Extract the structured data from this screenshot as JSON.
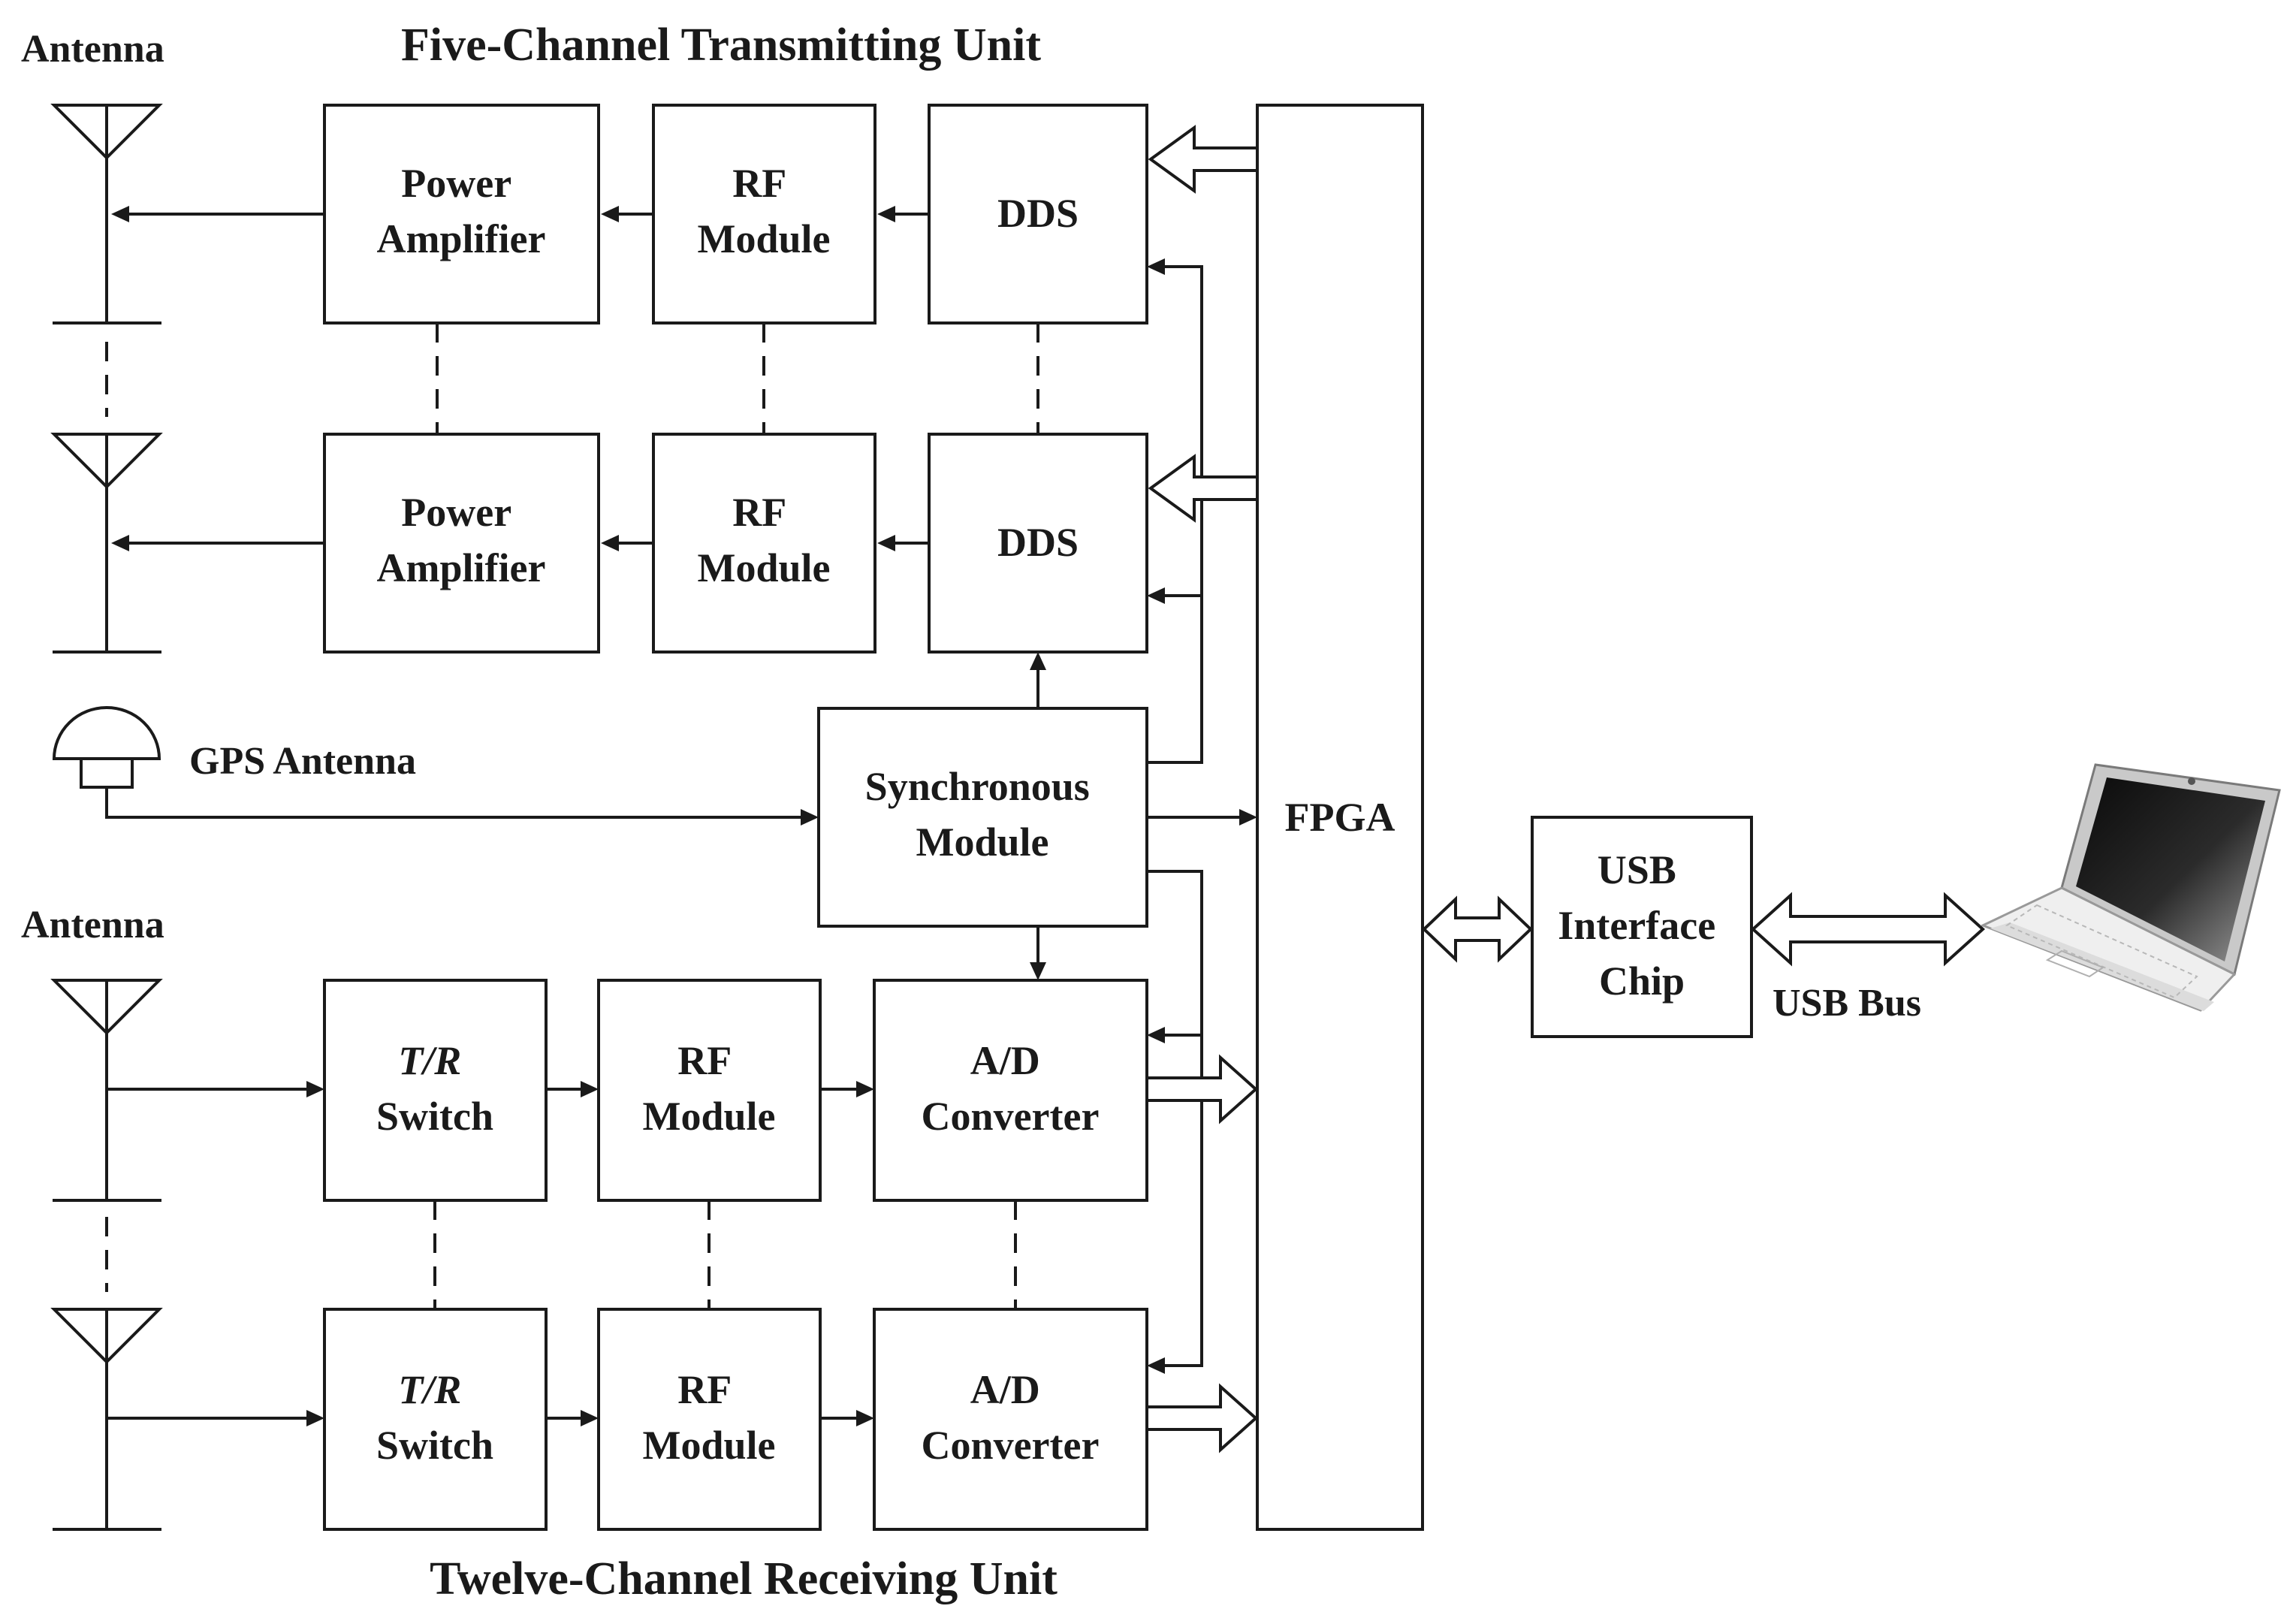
{
  "titles": {
    "top": "Five-Channel Transmitting Unit",
    "bottom": "Twelve-Channel Receiving Unit"
  },
  "labels": {
    "antenna_tx": "Antenna",
    "antenna_rx": "Antenna",
    "gps_antenna": "GPS Antenna",
    "usb_bus": "USB Bus"
  },
  "tx_channel": {
    "power_amp": [
      "Power",
      "Amplifier"
    ],
    "rf_module": [
      "RF",
      "Module"
    ],
    "dds": "DDS"
  },
  "rx_channel": {
    "tr_switch": [
      "T/R",
      "Switch"
    ],
    "rf_module": [
      "RF",
      "Module"
    ],
    "adc": [
      "A/D",
      "Converter"
    ]
  },
  "sync_module": [
    "Synchronous",
    "Module"
  ],
  "fpga": "FPGA",
  "usb_chip": [
    "USB",
    "Interface",
    "Chip"
  ],
  "icons": {
    "antenna": "antenna-icon",
    "gps": "gps-antenna-icon",
    "laptop": "laptop-icon"
  }
}
